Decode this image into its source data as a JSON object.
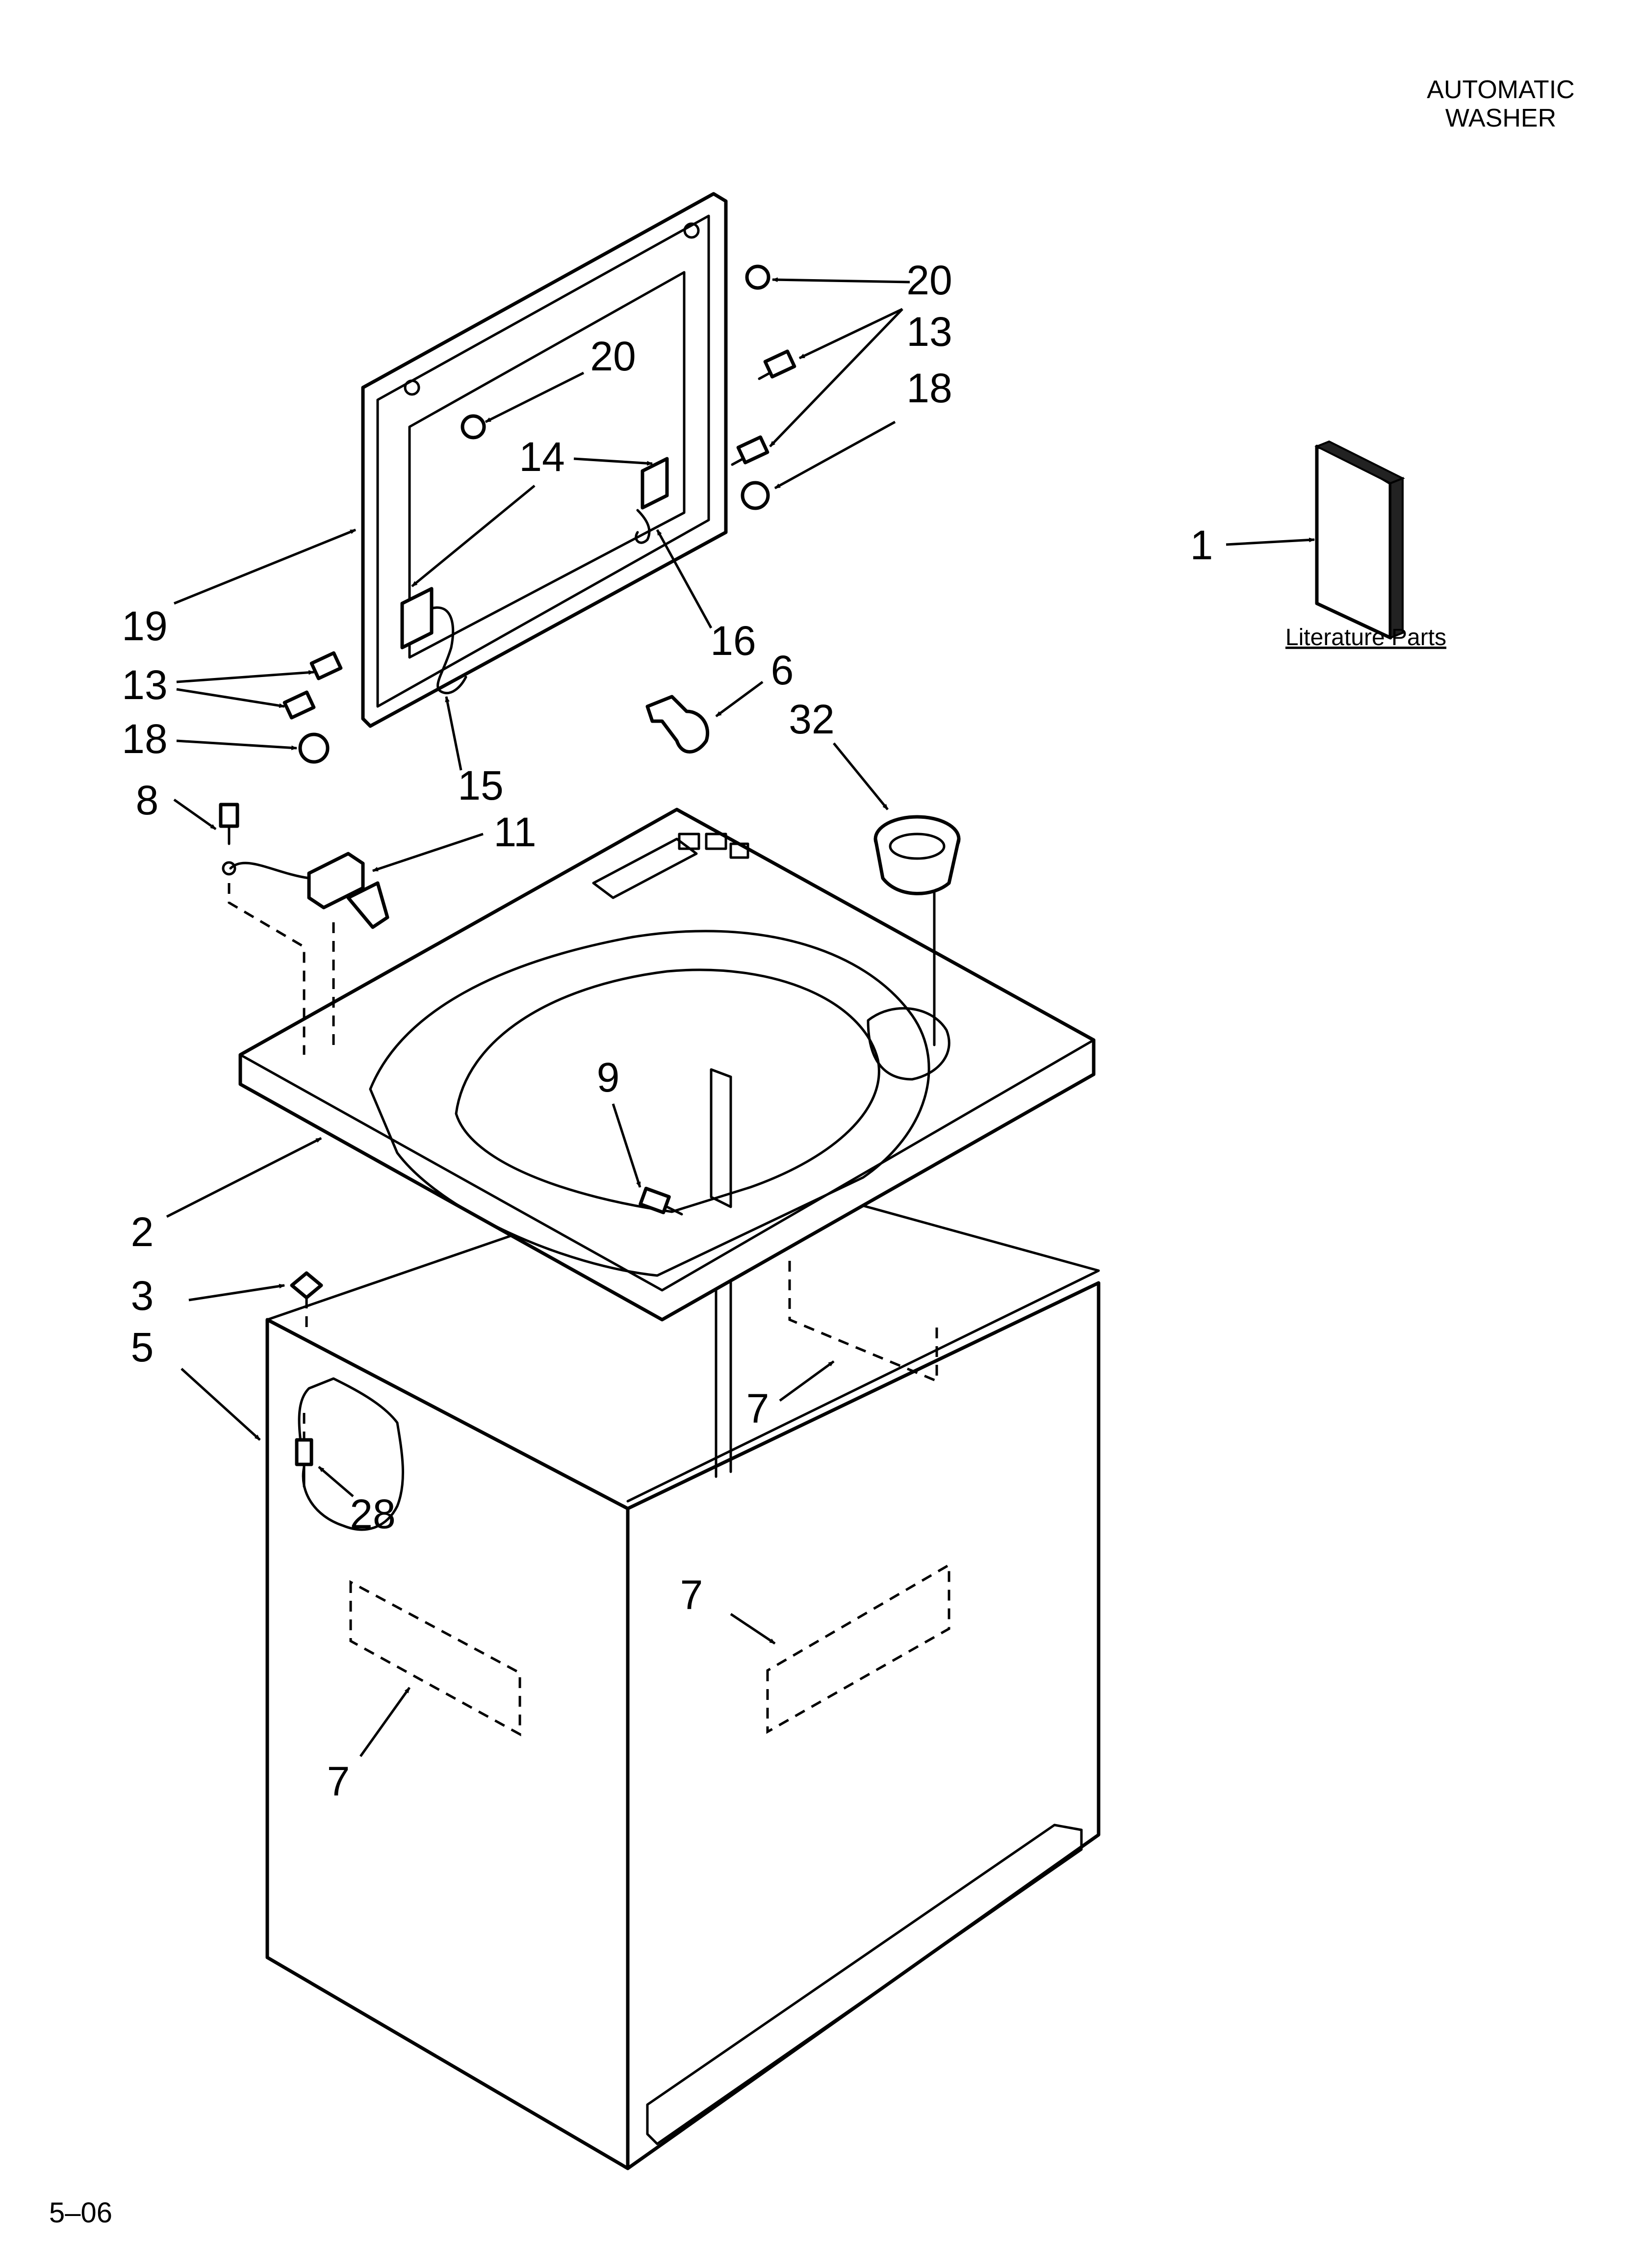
{
  "header": {
    "line1": "AUTOMATIC",
    "line2": "WASHER"
  },
  "literature": {
    "label": "Literature Parts"
  },
  "footer": {
    "page": "5–06"
  },
  "callouts": {
    "c1": "1",
    "c2": "2",
    "c3": "3",
    "c5": "5",
    "c6": "6",
    "c7a": "7",
    "c7b": "7",
    "c7c": "7",
    "c8": "8",
    "c9": "9",
    "c11": "11",
    "c13a": "13",
    "c13b": "13",
    "c14": "14",
    "c15": "15",
    "c16": "16",
    "c18a": "18",
    "c18b": "18",
    "c19": "19",
    "c20a": "20",
    "c20b": "20",
    "c28": "28",
    "c32": "32"
  }
}
